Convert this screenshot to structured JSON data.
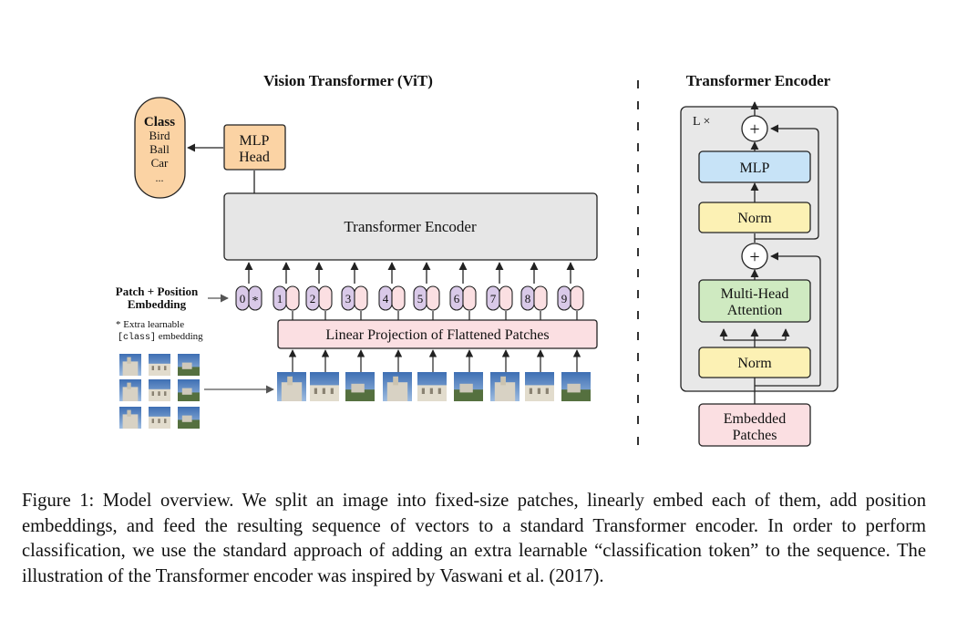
{
  "vit": {
    "title": "Vision Transformer (ViT)",
    "class_box": {
      "heading": "Class",
      "items": [
        "Bird",
        "Ball",
        "Car",
        "..."
      ]
    },
    "mlp_head": [
      "MLP",
      "Head"
    ],
    "transformer_encoder": "Transformer Encoder",
    "patch_position_label": [
      "Patch + Position",
      "Embedding"
    ],
    "tokens": [
      "0",
      "1",
      "2",
      "3",
      "4",
      "5",
      "6",
      "7",
      "8",
      "9"
    ],
    "class_token_marker": "*",
    "extra_note": {
      "line1": "* Extra learnable",
      "code": "[class]",
      "rest": " embedding"
    },
    "linear_projection": "Linear Projection of Flattened Patches"
  },
  "encoder": {
    "title": "Transformer Encoder",
    "repeat": "L ×",
    "plus": "+",
    "mlp": "MLP",
    "norm_top": "Norm",
    "attention": [
      "Multi-Head",
      "Attention"
    ],
    "norm_bottom": "Norm",
    "embedded": [
      "Embedded",
      "Patches"
    ]
  },
  "caption": "Figure 1: Model overview. We split an image into fixed-size patches, linearly embed each of them, add position embeddings, and feed the resulting sequence of vectors to a standard Transformer encoder. In order to perform classification, we use the standard approach of adding an extra learnable “classification token” to the sequence. The illustration of the Transformer encoder was inspired by Vaswani et al. (2017).",
  "colors": {
    "orange": "#fbd3a4",
    "gray": "#e6e6e6",
    "purple": "#d9c9e8",
    "pink": "#fbdfe2",
    "yellow": "#fcf1b4",
    "blue": "#c7e3f7",
    "green": "#cfeac1",
    "block_bg": "#e8e8e8"
  }
}
